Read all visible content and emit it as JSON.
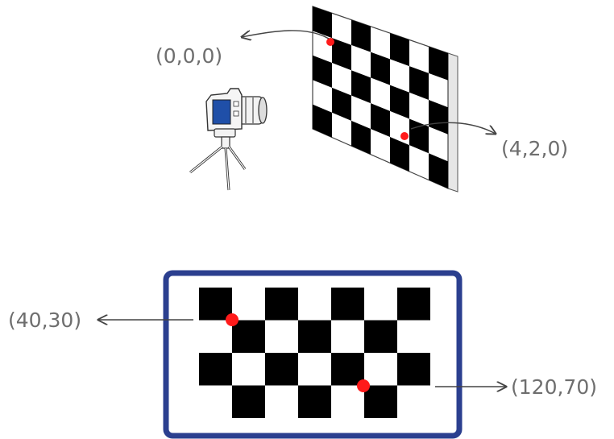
{
  "labels": {
    "world_origin": "(0,0,0)",
    "world_point": "(4,2,0)",
    "image_point_1": "(40,30)",
    "image_point_2": "(120,70)"
  },
  "colors": {
    "label_gray": "#6e6e6e",
    "marker_red": "#ff1a1a",
    "frame_blue": "#2b3f8f",
    "camera_screen_blue": "#1f4fa8",
    "checker_black": "#000000"
  },
  "icons": [
    "camera-icon",
    "tripod-icon",
    "arrow-icon"
  ]
}
